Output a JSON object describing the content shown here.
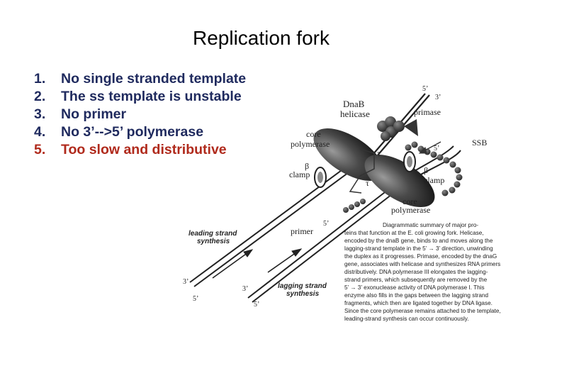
{
  "slide": {
    "title": "Replication fork",
    "items": [
      {
        "num": "1.",
        "text": "No single stranded template"
      },
      {
        "num": "2.",
        "text": "The ss template is unstable"
      },
      {
        "num": "3.",
        "text": "No primer"
      },
      {
        "num": "4.",
        "text": "No 3’-->5’ polymerase"
      },
      {
        "num": "5.",
        "text": "Too slow and distributive"
      }
    ]
  },
  "figure": {
    "labels": {
      "dnab": "DnaB",
      "helicase": "helicase",
      "primase": "primase",
      "core1": "core",
      "polymerase1": "polymerase",
      "ssb": "SSB",
      "beta1": "β",
      "clamp1": "clamp",
      "beta2": "β",
      "clamp2": "clamp",
      "tau1": "τ",
      "tau2": "τ",
      "core2": "core",
      "polymerase2": "polymerase",
      "primer": "primer",
      "leading1": "leading strand",
      "leading2": "synthesis",
      "lagging1": "lagging strand",
      "lagging2": "synthesis",
      "end_5_top": "5’",
      "end_3_top": "3’",
      "end_5_mid": "5’",
      "end_5_primer": "5’",
      "end_3_left": "3’",
      "end_5_left": "5’",
      "end_3_bottom": "3’",
      "end_5_bottom": "5’"
    },
    "caption": [
      "Diagrammatic summary of major pro-",
      "teins that function at the E. coli growing fork. Helicase,",
      "encoded by the dnaB gene, binds to and moves along the",
      "lagging-strand template in the 5’ → 3’ direction, unwinding",
      "the duplex as it progresses. Primase, encoded by the dnaG",
      "gene, associates with helicase and synthesizes RNA primers",
      "distributively. DNA polymerase III elongates the lagging-",
      "strand primers, which subsequently are removed by the",
      "5’ → 3’ exonuclease activity of DNA polymerase I. This",
      "enzyme also fills in the gaps between the lagging strand",
      "fragments, which then are ligated together by DNA ligase.",
      "Since the core polymerase remains attached to the template,",
      "leading-strand synthesis can occur continuously."
    ]
  }
}
